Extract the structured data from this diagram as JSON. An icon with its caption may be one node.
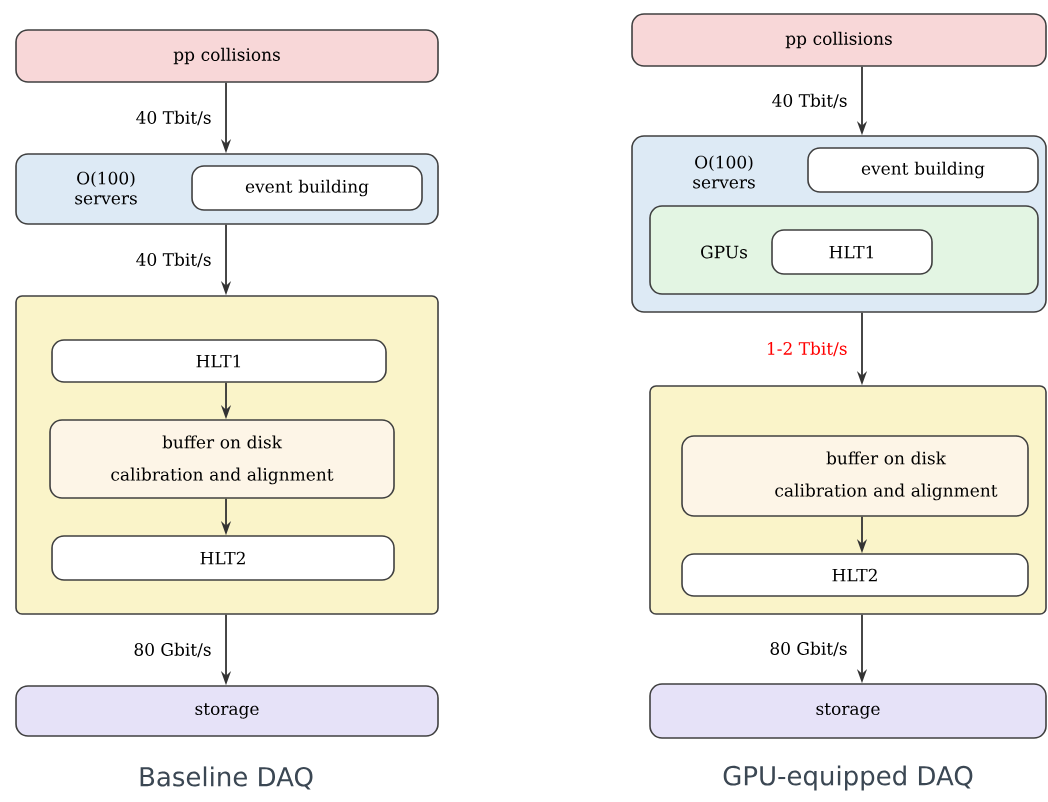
{
  "diagram": {
    "nodes": [
      {
        "text": [
          "pp collisions"
        ]
      },
      {
        "text": [
          "O(100) servers"
        ]
      },
      {
        "text": [
          "event building"
        ],
        "in": 1
      },
      {
        "text": [],
        "shape": "box"
      },
      {
        "text": [
          "HLT1"
        ],
        "in": 3
      },
      {
        "text": [
          "buffer on disk",
          "calibration and alignment"
        ],
        "in": 3
      },
      {
        "text": [
          "HLT2"
        ],
        "in": 3
      },
      {
        "text": [
          "storage"
        ]
      },
      {
        "text": [
          "pp collisions"
        ]
      },
      {
        "text": [
          "O(100) servers"
        ]
      },
      {
        "text": [
          "event building"
        ],
        "in": 9
      },
      {
        "text": [
          "GPUs"
        ],
        "in": 9
      },
      {
        "text": [
          "HLT1"
        ],
        "in": 11
      },
      {
        "text": [],
        "shape": "box"
      },
      {
        "text": [
          "buffer on disk",
          "calibration and alignment"
        ],
        "in": 13
      },
      {
        "text": [
          "HLT2"
        ],
        "in": 13
      },
      {
        "text": [
          "storage"
        ]
      }
    ],
    "edges": [
      {
        "from": 0,
        "to": 1,
        "arrow": "to",
        "label": "40 Tbit/s"
      },
      {
        "from": 1,
        "to": 3,
        "arrow": "to",
        "label": "40 Tbit/s"
      },
      {
        "from": 4,
        "to": 5,
        "arrow": "to"
      },
      {
        "from": 5,
        "to": 6,
        "arrow": "to"
      },
      {
        "from": 3,
        "to": 7,
        "arrow": "to",
        "label": "80 Gbit/s"
      },
      {
        "from": 8,
        "to": 9,
        "arrow": "to",
        "label": "40 Tbit/s"
      },
      {
        "from": 9,
        "to": 13,
        "arrow": "to",
        "label": "1-2 Tbit/s"
      },
      {
        "from": 14,
        "to": 15,
        "arrow": "to"
      },
      {
        "from": 13,
        "to": 16,
        "arrow": "to",
        "label": "80 Gbit/s"
      }
    ],
    "labels": [
      "Baseline DAQ",
      "GPU-equipped DAQ"
    ]
  }
}
